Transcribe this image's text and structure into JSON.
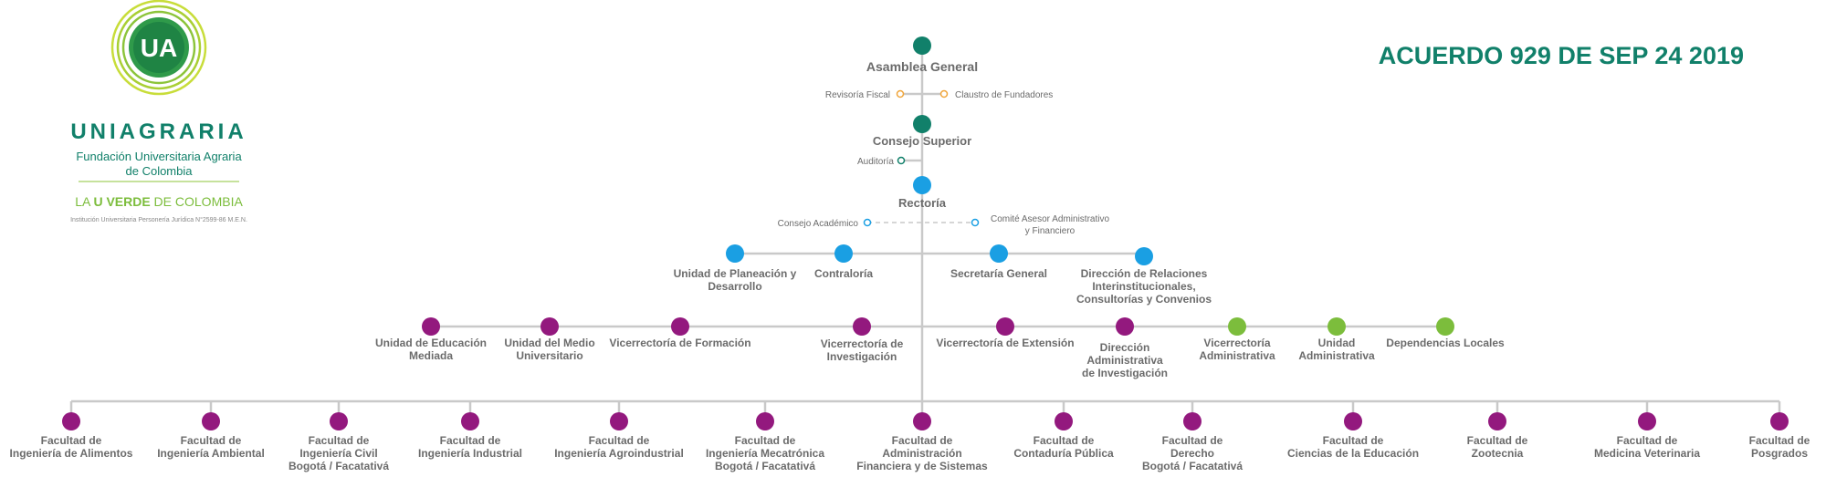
{
  "header": {
    "agreement": "ACUERDO 929 DE  SEP 24 2019"
  },
  "brand": {
    "logo_letters": "UA",
    "name": "UNIAGRARIA",
    "subtitle_1": "Fundación Universitaria Agraria",
    "subtitle_2": "de Colombia",
    "slogan_a": "LA ",
    "slogan_b": "U VERDE",
    "slogan_c": " DE COLOMBIA",
    "legal": "Institución Universitaria Personería Jurídica N°2599-86 M.E.N."
  },
  "colors": {
    "teal": "#11806a",
    "blue": "#1a9fe3",
    "purple": "#93197e",
    "green": "#7cbd3c",
    "orange": "#f0a53a",
    "line": "#c9c9c9",
    "text": "#6b6b6b"
  },
  "org": {
    "asamblea": "Asamblea General",
    "revisoria": "Revisoría Fiscal",
    "claustro": "Claustro de Fundadores",
    "consejo_superior": "Consejo Superior",
    "auditoria": "Auditoría",
    "rectoria": "Rectoría",
    "consejo_academico": "Consejo Académico",
    "comite": [
      "Comité Asesor Administrativo",
      "y Financiero"
    ],
    "level_blue": [
      [
        "Unidad de Planeación y",
        "Desarrollo"
      ],
      [
        "Contraloría"
      ],
      [
        "Secretaría General"
      ],
      [
        "Dirección de Relaciones",
        "Interinstitucionales,",
        "Consultorías y Convenios"
      ]
    ],
    "level_mid": [
      [
        "Unidad de Educación",
        "Mediada"
      ],
      [
        "Unidad del Medio",
        "Universitario"
      ],
      [
        "Vicerrectoría de Formación"
      ],
      [
        "Vicerrectoría de",
        "Investigación"
      ],
      [
        "Vicerrectoría de Extensión"
      ],
      [
        "Dirección",
        "Administrativa",
        "de Investigación"
      ],
      [
        "Vicerrectoría",
        "Administrativa"
      ],
      [
        "Unidad",
        "Administrativa"
      ],
      [
        "Dependencias Locales"
      ]
    ],
    "faculties": [
      [
        "Facultad de",
        "Ingeniería de Alimentos"
      ],
      [
        "Facultad de",
        "Ingeniería Ambiental"
      ],
      [
        "Facultad de",
        "Ingeniería Civil",
        "Bogotá / Facatativá"
      ],
      [
        "Facultad de",
        "Ingeniería Industrial"
      ],
      [
        "Facultad de",
        "Ingeniería Agroindustrial"
      ],
      [
        "Facultad de",
        "Ingeniería Mecatrónica",
        "Bogotá / Facatativá"
      ],
      [
        "Facultad de",
        "Administración",
        "Financiera y de Sistemas"
      ],
      [
        "Facultad de",
        "Contaduría Pública"
      ],
      [
        "Facultad de",
        "Derecho",
        "Bogotá / Facatativá"
      ],
      [
        "Facultad de",
        "Ciencias de la Educación"
      ],
      [
        "Facultad de",
        "Zootecnia"
      ],
      [
        "Facultad de",
        "Medicina Veterinaria"
      ],
      [
        "Facultad de",
        "Posgrados"
      ]
    ]
  }
}
